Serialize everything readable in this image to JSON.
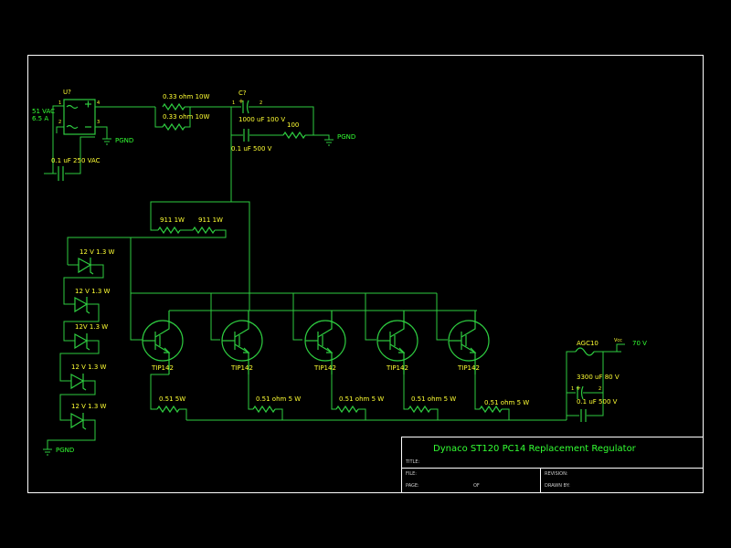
{
  "title_block": {
    "title_text": "Dynaco ST120 PC14 Replacement Regulator",
    "title_label": "TITLE:",
    "file_label": "FILE:",
    "revision_label": "REVISION:",
    "page_label": "PAGE:",
    "of_label": "OF",
    "drawn_by_label": "DRAWN BY:"
  },
  "components": {
    "bridge": {
      "ref": "U?",
      "pin1": "1",
      "pin2": "2",
      "pin3": "3",
      "pin4": "4"
    },
    "source": {
      "line1": "51 VAC",
      "line2": "6.5 A"
    },
    "pgnd": "PGND",
    "cap_input": "0.1 uF 250 VAC",
    "r_sense_top": "0.33 ohm 10W",
    "r_sense_bottom": "0.33 ohm 10W",
    "cap_main": {
      "ref": "C?",
      "value": "1000 uF 100 V",
      "pin1": "1",
      "pin2": "2"
    },
    "cap_plus": "+",
    "r_100": "100",
    "cap_small": "0.1 uF 500 V",
    "r_911_a": "911 1W",
    "r_911_b": "911 1W",
    "zeners": [
      "12 V 1.3 W",
      "12 V 1.3 W",
      "12V 1.3 W",
      "12 V 1.3 W",
      "12 V 1.3 W"
    ],
    "transistors": [
      "TIP142",
      "TIP142",
      "TIP142",
      "TIP142",
      "TIP142"
    ],
    "emitter_resistors": [
      "0.51 5W",
      "0.51 ohm 5 W",
      "0.51 ohm 5 W",
      "0.51 ohm 5 W",
      "0.51 ohm 5 W"
    ],
    "fuse": "AGC10",
    "vcc": "Vcc",
    "vout": "70 V",
    "cap_out": "3300 uF 80 V",
    "cap_out_small": "0.1 uF 500 V",
    "cap_out_pin1": "1",
    "cap_out_pin2": "2"
  }
}
